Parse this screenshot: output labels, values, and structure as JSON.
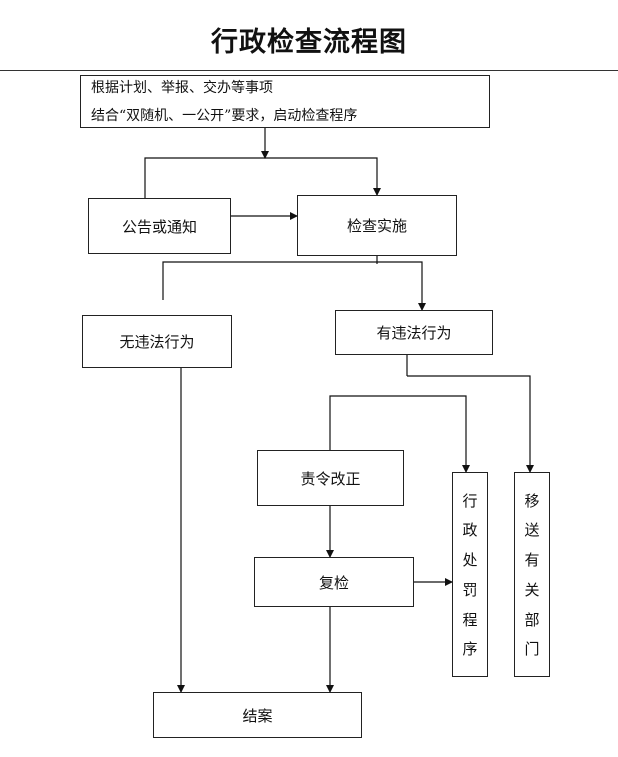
{
  "title": "行政检查流程图",
  "nodes": {
    "start": {
      "lines": [
        "根据计划、举报、交办等事项",
        "结合“双随机、一公开”要求，启动检查程序"
      ]
    },
    "notice": "公告或通知",
    "implement": "检查实施",
    "no_violation": "无违法行为",
    "violation": "有违法行为",
    "rectify": "责令改正",
    "recheck": "复检",
    "penalty": [
      "行",
      "政",
      "处",
      "罚",
      "程",
      "序"
    ],
    "transfer": [
      "移",
      "送",
      "有",
      "关",
      "部",
      "门"
    ],
    "close": "结案"
  }
}
